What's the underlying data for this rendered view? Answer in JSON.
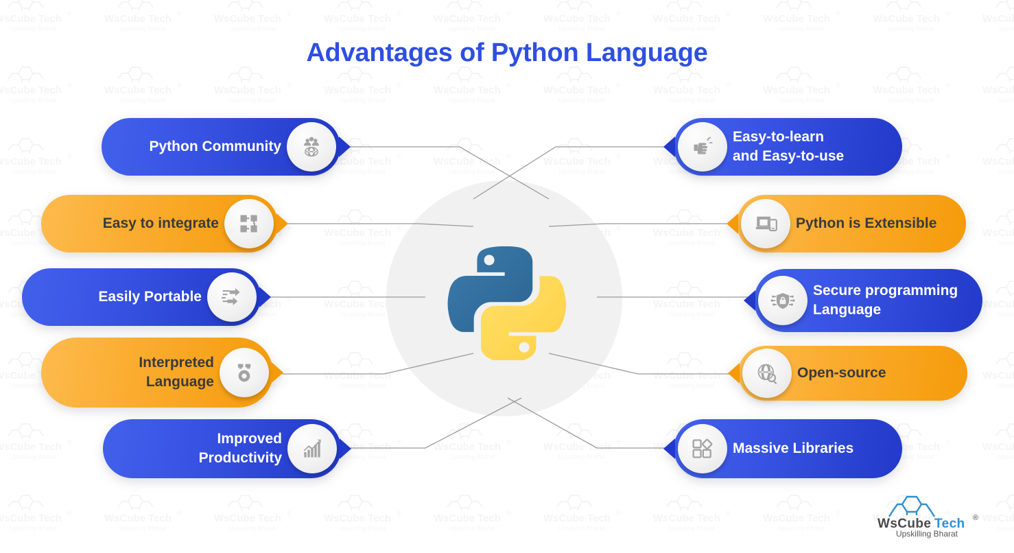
{
  "page": {
    "title": "Advantages of Python Language",
    "title_color": "#2f4fe0",
    "background": "#ffffff"
  },
  "center": {
    "logo_name": "python-logo",
    "halo_color": "#f1f1f1",
    "python_blue": "#32699b",
    "python_yellow": "#ffd845"
  },
  "theme": {
    "blue_start": "#4161ea",
    "blue_end": "#2239c9",
    "orange_start": "#fcbb4e",
    "orange_end": "#f59b0a",
    "connector_color": "#9a9a9a",
    "badge_icon_color": "#a3a3a3"
  },
  "left_items": [
    {
      "label": "Python Community",
      "color": "blue",
      "icon": "community-globe-icon"
    },
    {
      "label": "Easy to integrate",
      "color": "orange",
      "icon": "puzzle-pieces-icon"
    },
    {
      "label": "Easily Portable",
      "color": "blue",
      "icon": "transfer-arrows-icon"
    },
    {
      "label": "Interpreted\nLanguage",
      "color": "orange",
      "icon": "gear-code-icon"
    },
    {
      "label": "Improved\nProductivity",
      "color": "blue",
      "icon": "growth-chart-icon"
    }
  ],
  "right_items": [
    {
      "label": "Easy-to-learn\nand Easy-to-use",
      "color": "blue",
      "icon": "pointing-hand-icon"
    },
    {
      "label": "Python is Extensible",
      "color": "orange",
      "icon": "laptop-phone-icon"
    },
    {
      "label": "Secure programming\nLanguage",
      "color": "blue",
      "icon": "shield-lock-icon"
    },
    {
      "label": "Open-source",
      "color": "orange",
      "icon": "globe-search-icon"
    },
    {
      "label": "Massive Libraries",
      "color": "blue",
      "icon": "blocks-grid-icon"
    }
  ],
  "brand": {
    "name_part1": "WsCube",
    "name_part2": "Tech",
    "registered_mark": "®",
    "tagline": "Upskilling Bharat",
    "hex_color": "#2e8fd0",
    "text_color": "#4a4a4a"
  },
  "watermark": {
    "name_part1": "WsCube",
    "name_part2": "Tech",
    "tagline": "Upskilling Bharat",
    "registered_mark": "®"
  }
}
